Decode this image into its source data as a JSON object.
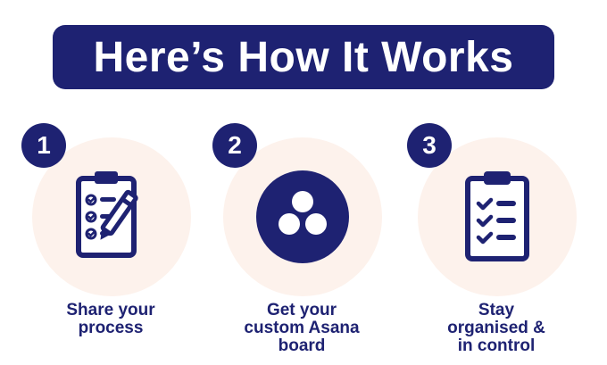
{
  "header": {
    "title": "Here’s How It Works"
  },
  "steps": [
    {
      "number": "1",
      "label": "Share your\nprocess",
      "icon": "clipboard-pen-icon"
    },
    {
      "number": "2",
      "label": "Get your\ncustom Asana\nboard",
      "icon": "asana-logo-icon"
    },
    {
      "number": "3",
      "label": "Stay\norganised &\nin control",
      "icon": "checklist-clipboard-icon"
    }
  ],
  "colors": {
    "navy": "#1e2272",
    "peach": "#fdf2ec",
    "white": "#ffffff"
  }
}
